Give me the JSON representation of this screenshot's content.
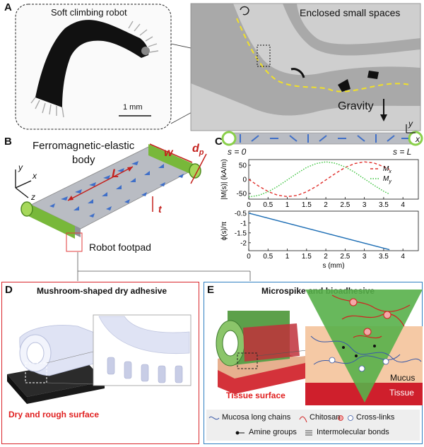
{
  "panel_a": {
    "letter": "A",
    "robot_title": "Soft climbing robot",
    "scale_bar": "1 mm",
    "spaces_label": "Enclosed small spaces",
    "gravity_label": "Gravity"
  },
  "panel_b": {
    "letter": "B",
    "body_label_line1": "Ferromagnetic-elastic",
    "body_label_line2": "body",
    "w_label": "w",
    "dp_label": "d",
    "dp_sub": "p",
    "L_label": "L",
    "t_label": "t",
    "axis_y": "y",
    "axis_x": "x",
    "axis_z": "z",
    "footpad_label": "Robot footpad"
  },
  "panel_c": {
    "letter": "C",
    "s0_label": "s = 0",
    "sL_label": "s = L",
    "axis_y": "y",
    "axis_x": "x"
  },
  "panel_d": {
    "letter": "D",
    "title": "Mushroom-shaped dry adhesive",
    "surface_label": "Dry and rough surface",
    "border_color": "#d9262b"
  },
  "panel_e": {
    "letter": "E",
    "title": "Microspike and bioadhesive",
    "tissue_surface_label": "Tissue surface",
    "mucus_label": "Mucus",
    "tissue_label": "Tissue",
    "border_color": "#2f7fc1",
    "legend": {
      "mucosa": "Mucosa long chains",
      "chitosan": "Chitosan",
      "crosslinks": "Cross-links",
      "amine": "Amine groups",
      "intermolecular": "Intermolecular bonds"
    }
  },
  "chart_data": [
    {
      "type": "line",
      "ylabel": "|M(s)| (kA/m)",
      "xlim": [
        0,
        4.4
      ],
      "ylim": [
        -70,
        70
      ],
      "x_ticks": [
        "0",
        "0.5",
        "1",
        "1.5",
        "2",
        "2.5",
        "3",
        "3.5",
        "4"
      ],
      "y_ticks": [
        "50",
        "0",
        "-50"
      ],
      "series": [
        {
          "name": "M",
          "sub": "x",
          "color": "#e0302c",
          "dash": "dashed",
          "x": [
            0,
            0.25,
            0.5,
            0.75,
            1.0,
            1.25,
            1.5,
            1.75,
            2.0,
            2.25,
            2.5,
            2.75,
            3.0,
            3.25,
            3.5,
            3.65
          ],
          "y": [
            0,
            -23,
            -43,
            -56,
            -61,
            -57,
            -44,
            -25,
            -2,
            21,
            42,
            56,
            62,
            58,
            45,
            35
          ]
        },
        {
          "name": "M",
          "sub": "y",
          "color": "#38c23a",
          "dash": "dotted",
          "x": [
            0,
            0.25,
            0.5,
            0.75,
            1.0,
            1.25,
            1.5,
            1.75,
            2.0,
            2.25,
            2.5,
            2.75,
            3.0,
            3.25,
            3.5,
            3.65
          ],
          "y": [
            -62,
            -57,
            -44,
            -25,
            -2,
            21,
            42,
            56,
            62,
            57,
            44,
            25,
            2,
            -21,
            -42,
            -52
          ]
        }
      ]
    },
    {
      "type": "line",
      "xlabel": "s (mm)",
      "ylabel": "ϕ(s)/π",
      "xlim": [
        0,
        4.4
      ],
      "ylim": [
        -2.4,
        -0.4
      ],
      "x_ticks": [
        "0",
        "0.5",
        "1",
        "1.5",
        "2",
        "2.5",
        "3",
        "3.5",
        "4"
      ],
      "y_ticks": [
        "-0.5",
        "-1",
        "-1.5",
        "-2"
      ],
      "series": [
        {
          "name": "",
          "color": "#1f6fb5",
          "x": [
            0,
            3.65
          ],
          "y": [
            -0.5,
            -2.35
          ]
        }
      ]
    }
  ]
}
